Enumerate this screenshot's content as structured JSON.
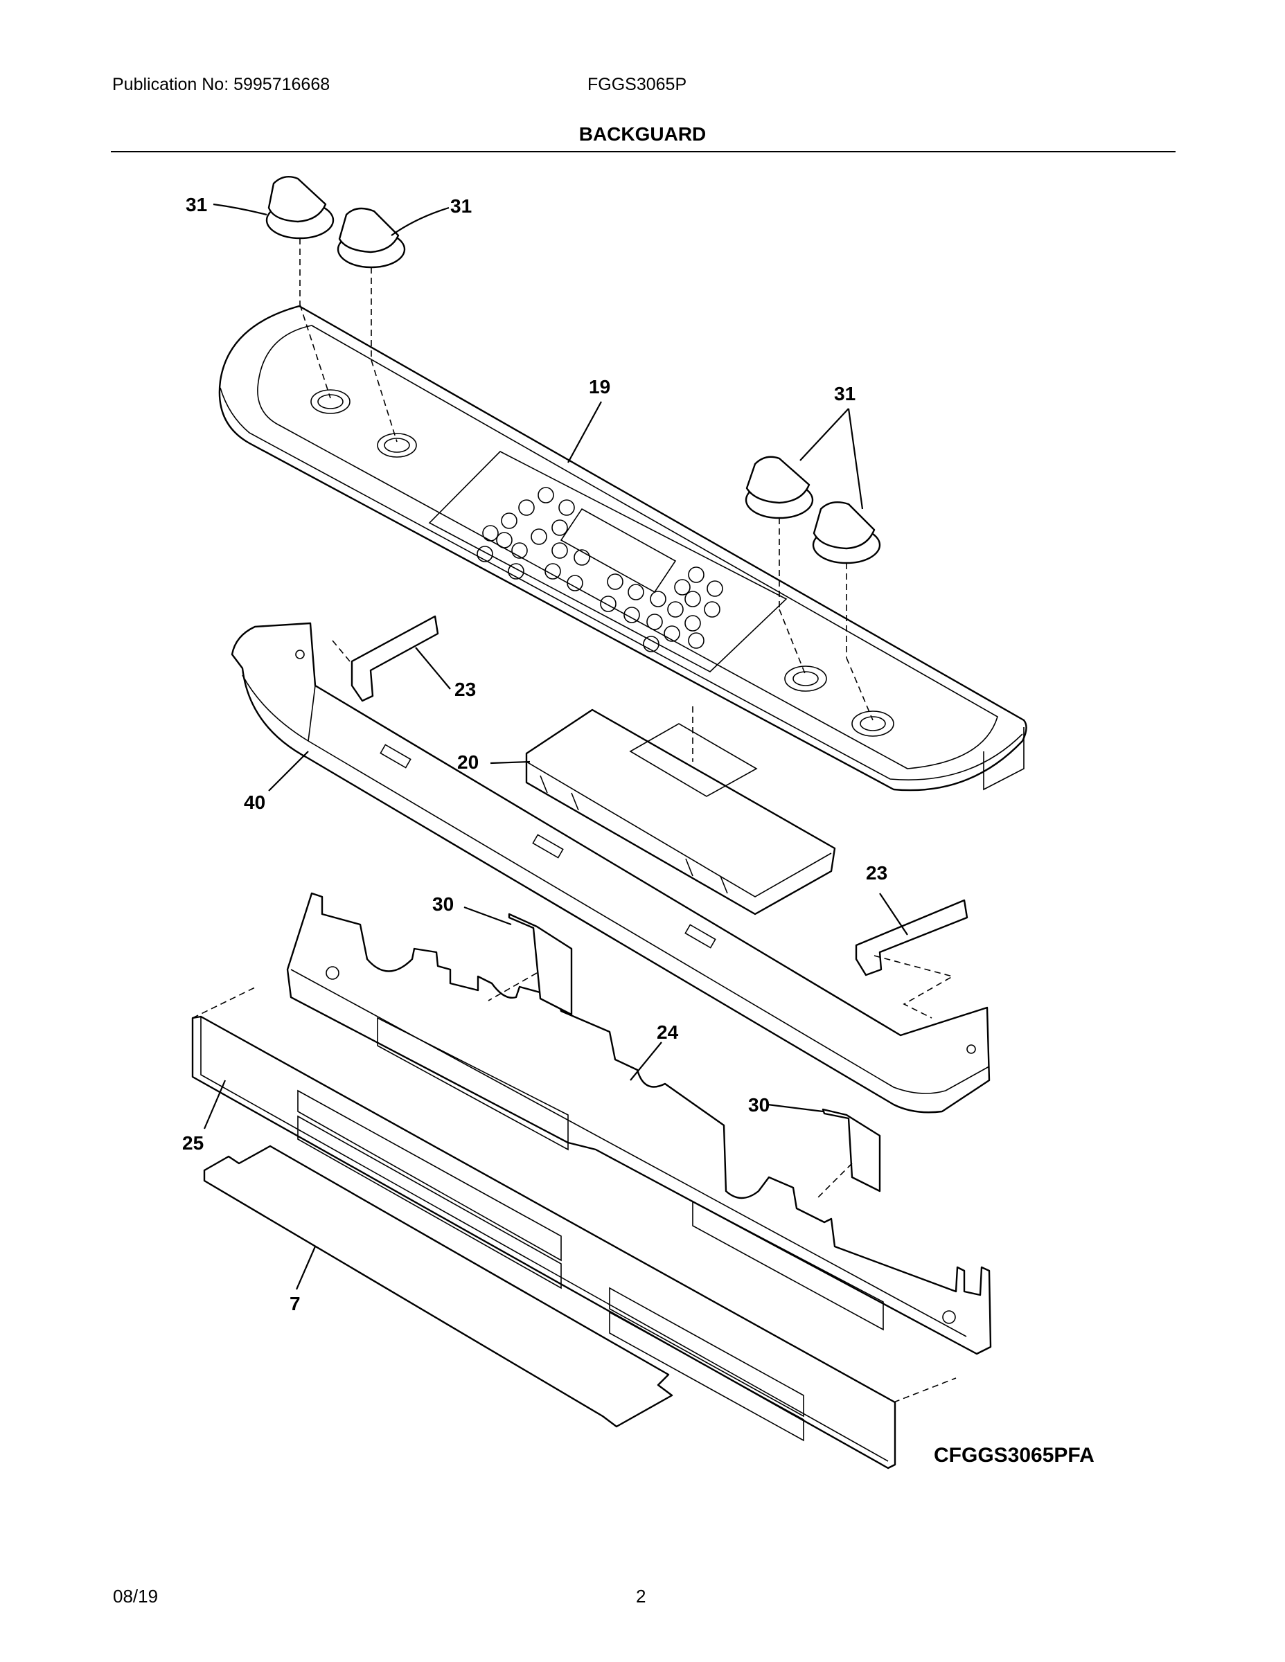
{
  "header": {
    "publication": "Publication No: 5995716668",
    "model": "FGGS3065P",
    "section_title": "BACKGUARD"
  },
  "callouts": [
    "31",
    "31",
    "19",
    "31",
    "23",
    "20",
    "40",
    "23",
    "30",
    "24",
    "30",
    "25",
    "7"
  ],
  "figure_id": "CFGGS3065PFA",
  "footer": {
    "date": "08/19",
    "page": "2"
  }
}
